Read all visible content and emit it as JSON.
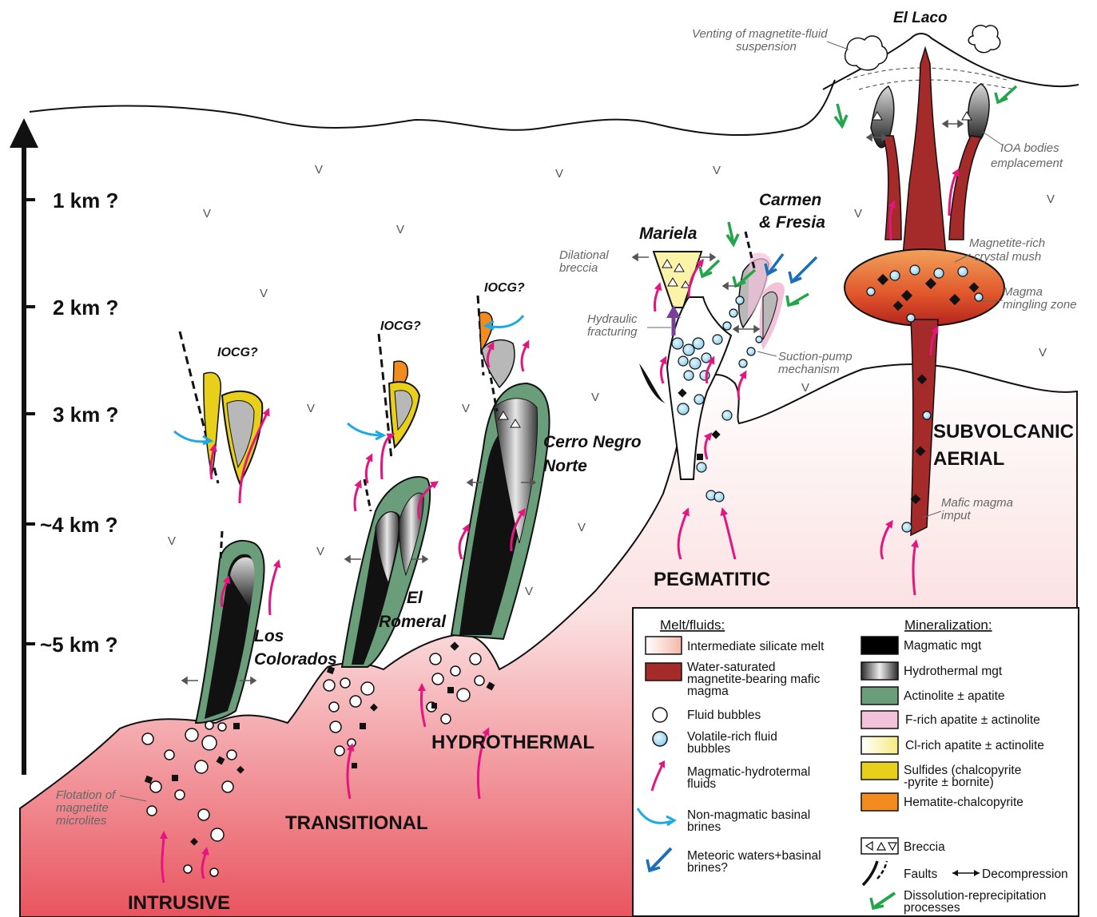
{
  "depths": [
    "1 km ?",
    "2 km ?",
    "3 km ?",
    "~4 km ?",
    "~5 km ?"
  ],
  "stages": {
    "intrusive": "INTRUSIVE",
    "transitional": "TRANSITIONAL",
    "hydrothermal": "HYDROTHERMAL",
    "pegmatitic": "PEGMATITIC",
    "subvolcanic_1": "SUBVOLCANIC",
    "subvolcanic_2": "AERIAL"
  },
  "deposits": {
    "los_colorados_1": "Los",
    "los_colorados_2": "Colorados",
    "el_romeral_1": "El",
    "el_romeral_2": "Romeral",
    "cerro_negro_1": "Cerro Negro",
    "cerro_negro_2": "Norte",
    "mariela": "Mariela",
    "carmen_1": "Carmen",
    "carmen_2": "& Fresia",
    "el_laco": "El Laco"
  },
  "iocg_label": "IOCG?",
  "annotations": {
    "flotation_1": "Flotation of",
    "flotation_2": "magnetite",
    "flotation_3": "microlites",
    "dilational_1": "Dilational",
    "dilational_2": "breccia",
    "hydraulic_1": "Hydraulic",
    "hydraulic_2": "fracturing",
    "suction_1": "Suction-pump",
    "suction_2": "mechanism",
    "venting_1": "Venting of magnetite-fluid",
    "venting_2": "suspension",
    "ioa_1": "IOA bodies",
    "ioa_2": "emplacement",
    "mush_1": "Magnetite-rich",
    "mush_2": "crystal mush",
    "mingling_1": "Magma",
    "mingling_2": "mingling zone",
    "mafic_1": "Mafic magma",
    "mafic_2": "imput"
  },
  "legend": {
    "melt_title": "Melt/fluids:",
    "min_title": "Mineralization:",
    "melt_items": [
      [
        "Intermediate silicate melt"
      ],
      [
        "Water-saturated",
        "magnetite-bearing mafic",
        "magma"
      ],
      [
        "Fluid bubbles"
      ],
      [
        "Volatile-rich fluid",
        "bubbles"
      ],
      [
        "Magmatic-hydrotermal",
        "fluids"
      ],
      [
        "Non-magmatic basinal",
        "brines"
      ],
      [
        "Meteoric waters+basinal",
        "brines?"
      ]
    ],
    "min_items": [
      [
        "Magmatic mgt"
      ],
      [
        "Hydrothermal mgt"
      ],
      [
        "Actinolite ± apatite"
      ],
      [
        "F-rich apatite ± actinolite"
      ],
      [
        "Cl-rich apatite ± actinolite"
      ],
      [
        "Sulfides (chalcopyrite",
        "-pyrite ± bornite)"
      ],
      [
        "Hematite-chalcopyrite"
      ],
      [
        "Breccia"
      ],
      [
        "Faults",
        "Decompression"
      ],
      [
        "Dissolution-reprecipitation",
        "processes"
      ]
    ]
  },
  "colors": {
    "melt_top": "#fbe6e6",
    "melt_bottom": "#ea5a62",
    "mafic_magma": "#a52a2a",
    "actinolite": "#6a9e7a",
    "f_apatite": "#f2c2da",
    "cl_apatite": "#fbf3a8",
    "sulfides": "#e7cf1a",
    "hematite_chalcopyrite": "#f28c1e",
    "magmatic_fluid_arrow": "#e3157f",
    "basinal_brine_arrow": "#1fa9e1",
    "meteoric_arrow": "#1b6fb8",
    "dissolution_arrow": "#21a64b",
    "hydraulic_arrow": "#7a3f98"
  }
}
